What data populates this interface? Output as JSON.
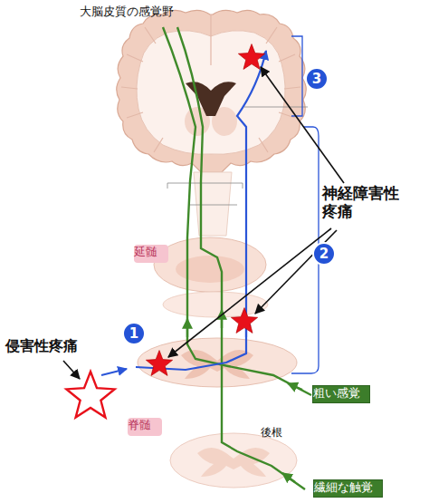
{
  "diagram": {
    "nodes": [
      {
        "text": [
          "3"
        ]
      },
      {
        "text": [
          "延髄"
        ]
      },
      {
        "text": [
          "2"
        ]
      },
      {
        "text": [
          "1"
        ]
      },
      {
        "text": [
          "粗い感覚"
        ]
      },
      {
        "text": [
          "脊髄"
        ]
      },
      {
        "text": [
          "繊細な触覚"
        ]
      }
    ],
    "labels": [
      "大脳皮質の感覚野",
      "神経障害性疼痛",
      "侵害性疼痛",
      "後根"
    ]
  }
}
